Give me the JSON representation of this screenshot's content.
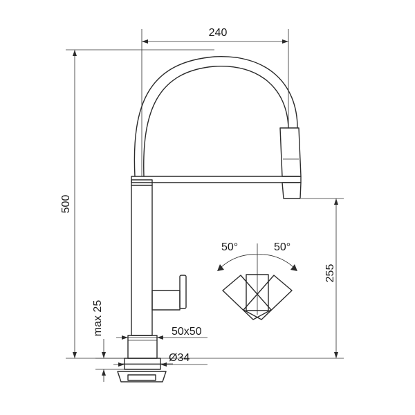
{
  "dimensions": {
    "width_top": "240",
    "height_total": "500",
    "spout_height": "255",
    "max_thickness": "max 25",
    "base_size": "50x50",
    "hole_diameter": "Ø34",
    "swivel_left": "50°",
    "swivel_right": "50°"
  }
}
